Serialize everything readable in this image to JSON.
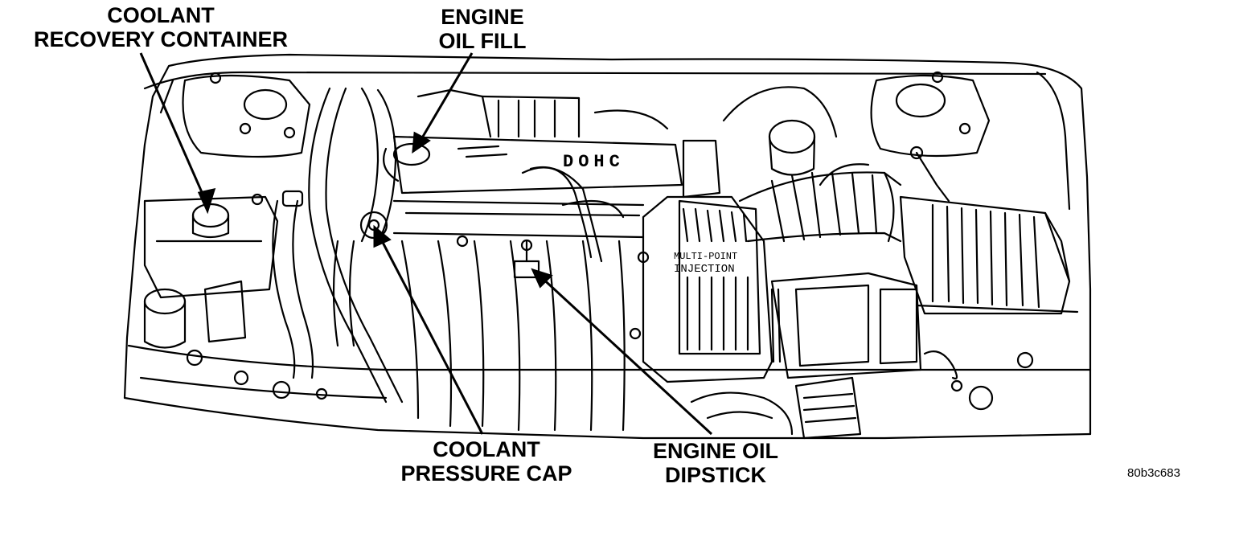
{
  "callouts": {
    "coolant_recovery_container": [
      "COOLANT",
      "RECOVERY CONTAINER"
    ],
    "engine_oil_fill": [
      "ENGINE",
      "OIL FILL"
    ],
    "coolant_pressure_cap": [
      "COOLANT",
      "PRESSURE CAP"
    ],
    "engine_oil_dipstick": [
      "ENGINE OIL",
      "DIPSTICK"
    ]
  },
  "engine_labels": {
    "dohc": "DOHC",
    "mpi_line1": "MULTI-POINT",
    "mpi_line2": "INJECTION"
  },
  "figure_code": "80b3c683",
  "colors": {
    "ink": "#000000",
    "background": "#ffffff"
  }
}
